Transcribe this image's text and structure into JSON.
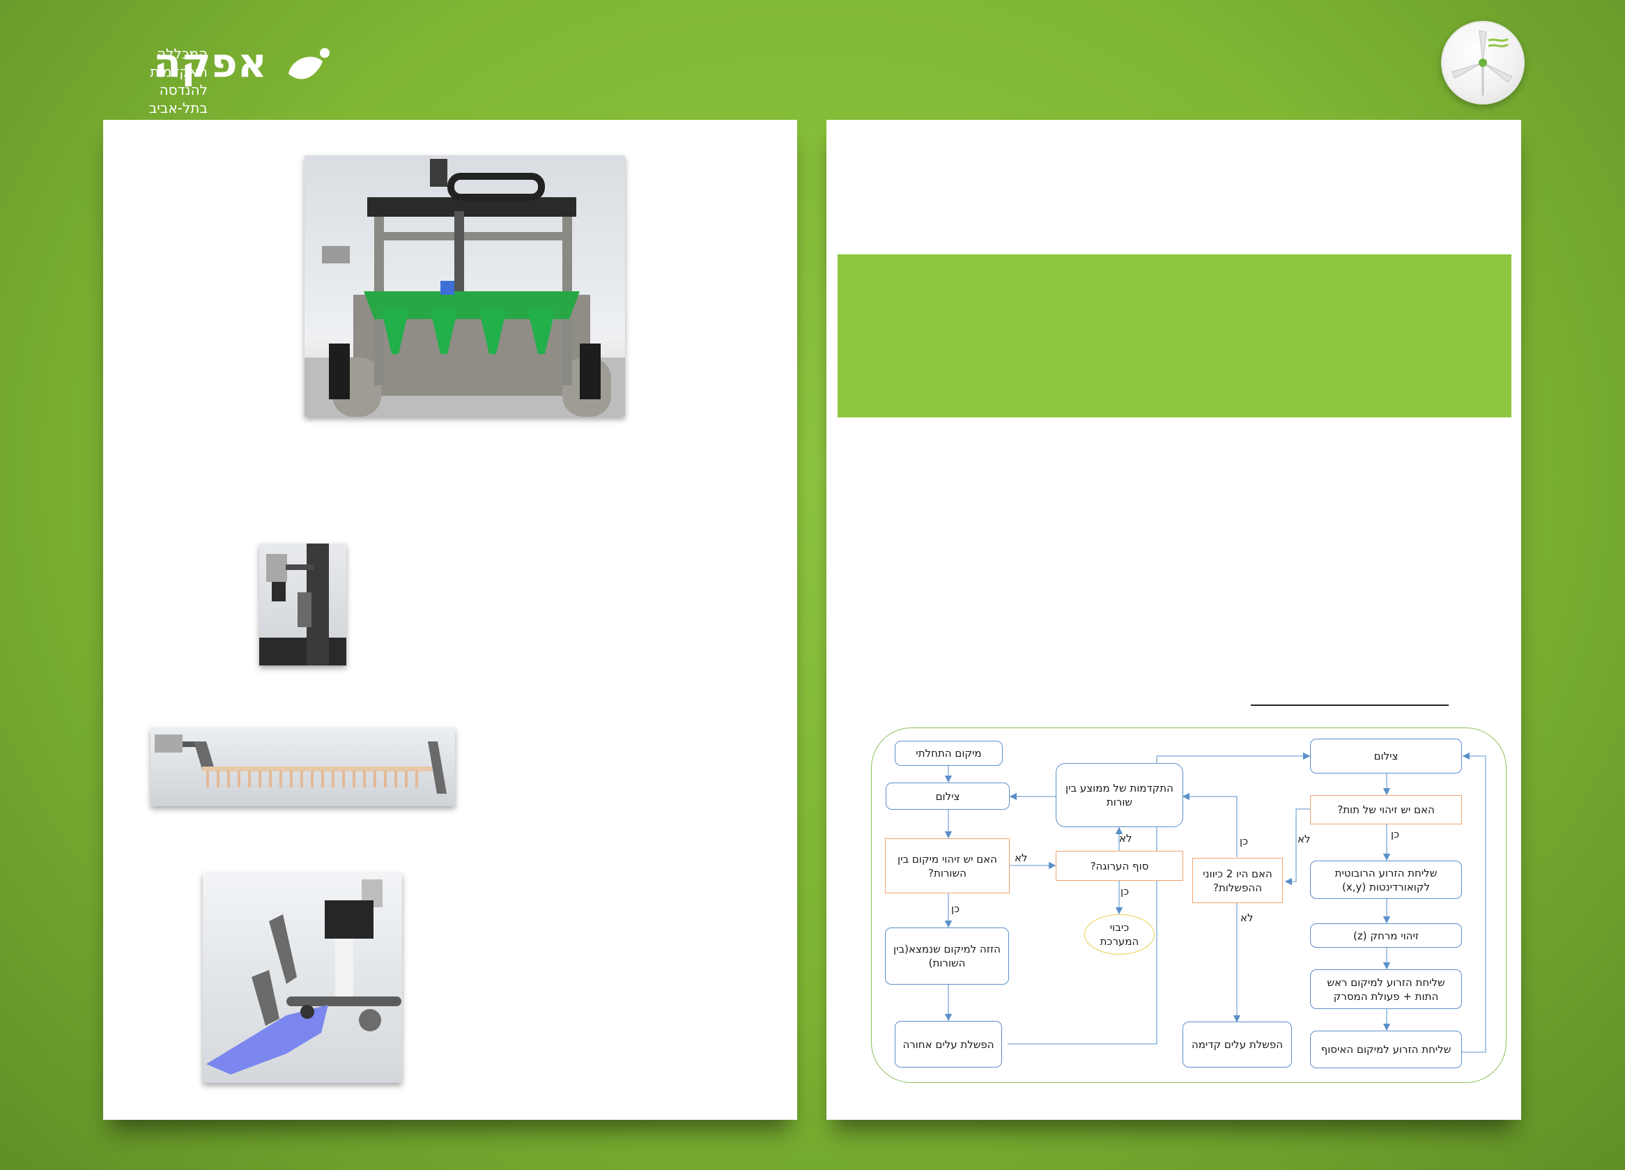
{
  "header": {
    "logo_main": "אפקה",
    "logo_sub_line1": "המכללה האקדמית",
    "logo_sub_line2": "להנדסה בתל-אביב",
    "logo_icon": "afeka-mark-icon",
    "badge_icon": "wind-turbine-icon"
  },
  "colors": {
    "background": "#8ec63f",
    "banner": "#8ec63f",
    "flow_blue": "#5b8fc9",
    "flow_orange": "#f0a36e",
    "flow_yellow": "#e8cf4a",
    "flow_border": "#8cbf5c"
  },
  "flowchart": {
    "nodes": {
      "start": "מיקום התחלתי",
      "capture_left": "צילום",
      "row_detect": "האם יש זיהוי מיקום בין השורות?",
      "move_row": "הזזה למיקום שנמצא(בין השורות)",
      "leaves_back": "הפשלת עלים אחורה",
      "advance_rows": "התקדמות של ממוצע בין שורות",
      "end_bed": "סוף הערוגה?",
      "shutdown": "כיבוי המערכת",
      "two_dirs": "האם היו 2 כיווני ההפשלות?",
      "leaves_front": "הפשלת עלים קדימה",
      "capture_right": "צילום",
      "strawberry_detect": "האם יש זיהוי של תות?",
      "send_xy": "שליחת הזרוע הרובוטית לקואורדינטות (x,y)",
      "detect_z": "זיהוי מרחק (z)",
      "send_head": "שליחת הזרוע למיקום ראש התות + פעולת המסרק",
      "send_collect": "שליחת הזרוע למיקום האיסוף"
    },
    "labels": {
      "yes": "כן",
      "no": "לא"
    }
  }
}
